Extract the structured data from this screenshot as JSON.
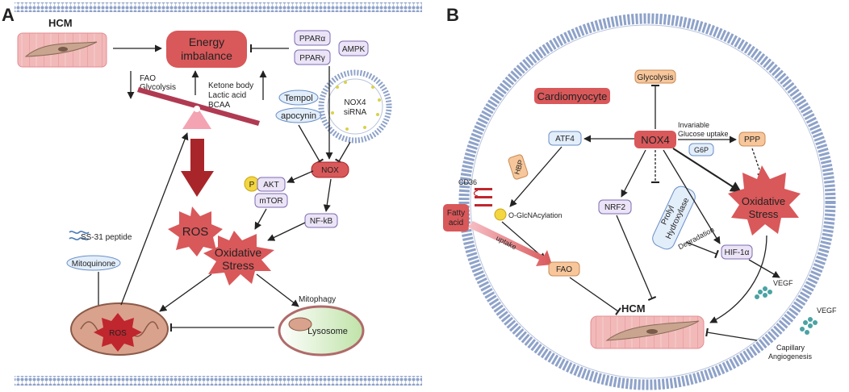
{
  "panel_a": {
    "label": "A",
    "hcm": "HCM",
    "energy": [
      "Energy",
      "imbalance"
    ],
    "ppara": "PPARα",
    "pparg": "PPARγ",
    "ampk": "AMPK",
    "fao": "FAO",
    "glycolysis": "Glycolysis",
    "ketone": "Ketone body",
    "lactic": "Lactic acid",
    "bcaa": "BCAA",
    "tempol": "Tempol",
    "apocynin": "apocynin",
    "nox4": "NOX4",
    "sirna": "siRNA",
    "nox": "NOX",
    "p": "P",
    "akt": "AKT",
    "mtor": "mTOR",
    "nfkb": "NF-kB",
    "ros": "ROS",
    "oxidative": [
      "Oxidative",
      "Stress"
    ],
    "ss31": "SS-31 peptide",
    "mitoquinone": "Mitoquinone",
    "mito_ros": "ROS",
    "mitophagy": "Mitophagy",
    "lysosome": "Lysosome"
  },
  "panel_b": {
    "label": "B",
    "glycolysis": "Glycolysis",
    "cardiomyocyte": "Cardiomyocyte",
    "atf4": "ATF4",
    "nox4": "NOX4",
    "invariable": "Invariable",
    "glucose_uptake": "Glucose uptake",
    "g6p": "G6P",
    "ppp": "PPP",
    "hbp": "HBP",
    "cd36": "CD36",
    "fatty": [
      "Fatty",
      "acid"
    ],
    "oglc": "O-GlcNAcylation",
    "uptake": "uptake",
    "nrf2": "NRF2",
    "prolyl": "Prolyl",
    "hydroxylase": "Hydroxylase",
    "degradation": "Degradation",
    "hif": "HIF-1α",
    "oxidative": [
      "Oxidative",
      "Stress"
    ],
    "fao": "FAO",
    "vegf1": "VEGF",
    "vegf2": "VEGF",
    "hcm": "HCM",
    "capillary": "Capillary",
    "angiogenesis": "Angiogenesis"
  },
  "colors": {
    "red": "#d9585a",
    "dark_red": "#a8262a",
    "pink_fill": "#f6c8d2",
    "purple_fill": "#ebe4f7",
    "purple_stroke": "#7d6bb2",
    "blue_fill": "#e3eefb",
    "orange_fill": "#f7c79b",
    "membrane": "#8ea2c9"
  }
}
